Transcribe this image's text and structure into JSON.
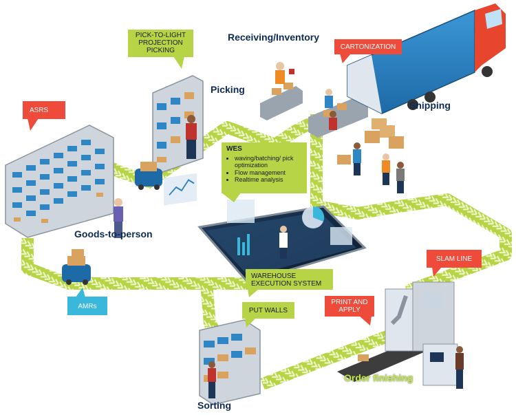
{
  "labels": {
    "receiving": "Receiving/Inventory",
    "picking": "Picking",
    "shipping": "Shipping",
    "goods_to_person": "Goods-to-person",
    "sorting": "Sorting",
    "order_finishing": "Order finishing"
  },
  "callouts": {
    "pick_to_light": "PICK-TO-LIGHT PROJECTION PICKING",
    "cartonization": "CARTONIZATION",
    "asrs": "ASRS",
    "amrs": "AMRs",
    "wes_system": "WAREHOUSE EXECUTION SYSTEM",
    "put_walls": "PUT WALLS",
    "print_apply": "PRINT AND APPLY",
    "slam_line": "SLAM LINE"
  },
  "wes": {
    "title": "WES",
    "items": [
      "waving/batching/ pick optimization",
      "Flow management",
      "Realtime analysis"
    ]
  },
  "colors": {
    "path": "#b6d446",
    "path_stripe": "#e8f1b8",
    "callout_green": "#b6d446",
    "callout_red": "#ee4b3a",
    "callout_blue": "#39b8dc",
    "label_navy": "#0d2a52",
    "truck_cab": "#e8452f",
    "truck_trailer": "#2f86c4"
  }
}
